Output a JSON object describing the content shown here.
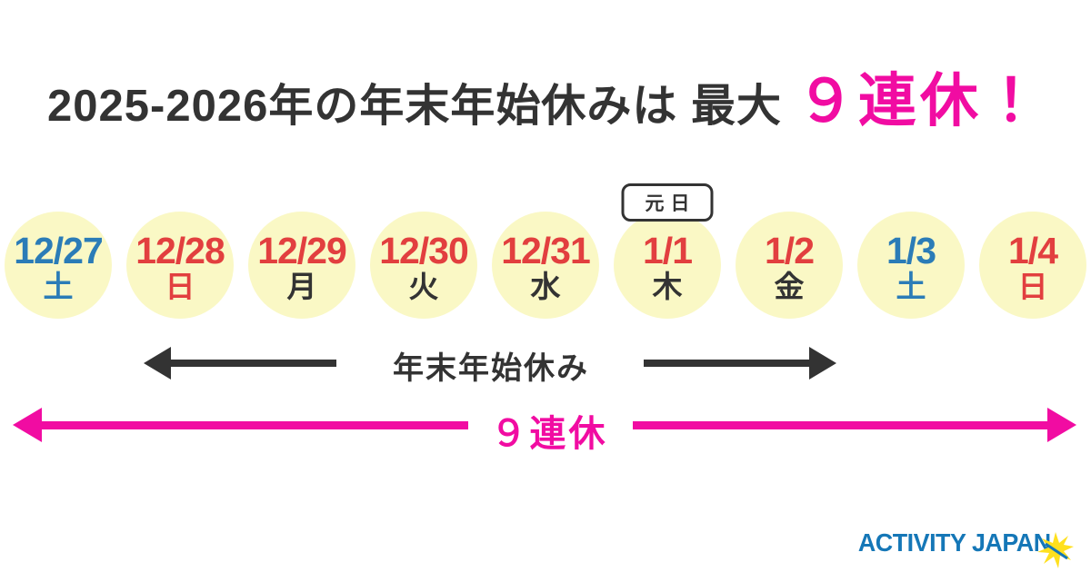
{
  "title": {
    "main": "2025-2026年の年末年始休みは 最大",
    "highlight": "９連休！"
  },
  "calendar": {
    "days": [
      {
        "date": "12/27",
        "weekday": "土",
        "date_color": "blue",
        "weekday_color": "blue"
      },
      {
        "date": "12/28",
        "weekday": "日",
        "date_color": "red",
        "weekday_color": "red"
      },
      {
        "date": "12/29",
        "weekday": "月",
        "date_color": "red",
        "weekday_color": "dark"
      },
      {
        "date": "12/30",
        "weekday": "火",
        "date_color": "red",
        "weekday_color": "dark"
      },
      {
        "date": "12/31",
        "weekday": "水",
        "date_color": "red",
        "weekday_color": "dark"
      },
      {
        "date": "1/1",
        "weekday": "木",
        "date_color": "red",
        "weekday_color": "dark",
        "badge": "元日"
      },
      {
        "date": "1/2",
        "weekday": "金",
        "date_color": "red",
        "weekday_color": "dark"
      },
      {
        "date": "1/3",
        "weekday": "土",
        "date_color": "blue",
        "weekday_color": "blue"
      },
      {
        "date": "1/4",
        "weekday": "日",
        "date_color": "red",
        "weekday_color": "red"
      }
    ]
  },
  "annotations": {
    "inner_span_label": "年末年始休み",
    "outer_span_label": "９連休"
  },
  "logo": {
    "text": "ACTIVITY JAPAN"
  },
  "colors": {
    "highlight_magenta": "#F10CA2",
    "saturday_blue": "#2B7CB7",
    "holiday_red": "#E23F3F",
    "weekday_dark": "#333333",
    "circle_yellow": "#FAF8C5",
    "arrow_black": "#333333",
    "logo_blue": "#1577B7",
    "star_yellow": "#FFE01E"
  }
}
